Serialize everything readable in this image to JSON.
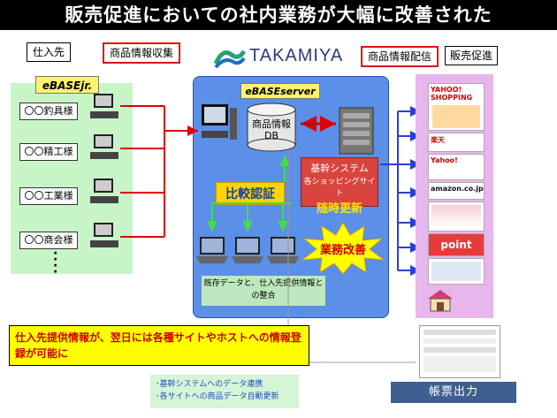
{
  "title": "販売促進においての社内業務が大幅に改善された",
  "logo": {
    "text": "TAKAMIYA"
  },
  "labels": {
    "supplier": "仕入先",
    "product_info_collection": "商品情報収集",
    "product_info_distribution": "商品情報配信",
    "sales_promotion": "販売促進"
  },
  "ebase_jr": "eBASEjr.",
  "suppliers": [
    "〇〇釣具様",
    "〇〇精工様",
    "〇〇工業様",
    "〇〇商会様"
  ],
  "ebase_server": "eBASEserver",
  "db": {
    "line1": "商品情報",
    "line2": "DB"
  },
  "hikaku": "比較認証",
  "kikan": {
    "line1": "基幹システム",
    "line2": "各ショッピングサイト",
    "line3": "随時更新"
  },
  "gyomu": "業務改善",
  "integration": "既存データと、仕入先提供情報との整合",
  "sites": [
    "YAHOO! SHOPPING",
    "楽天",
    "Yahoo!",
    "amazon.co.jp",
    "",
    "point",
    ""
  ],
  "callout": "仕入先提供情報が、翌日には各種サイトやホストへの情報登録が可能に",
  "bullets": [
    "･基幹システムへのデータ連携",
    "･各サイトへの商品データ自動更新"
  ],
  "output": "帳票出力",
  "colors": {
    "title_bg": "#000000",
    "supplier_panel": "#c8f5c8",
    "server_panel": "#5b8fe8",
    "site_panel": "#e7b6ec",
    "arrow_red": "#e00000",
    "arrow_blue": "#2b3fd1",
    "arrow_green": "#44dd44"
  }
}
